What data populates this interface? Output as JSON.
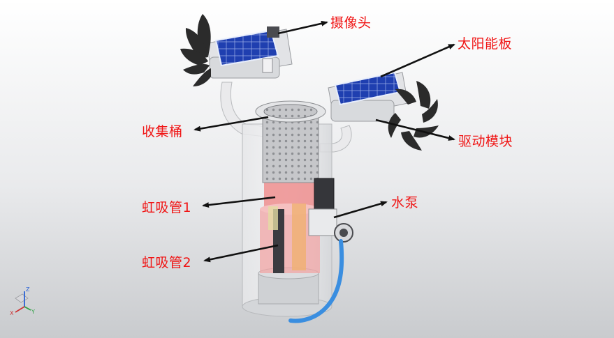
{
  "labels": {
    "camera": "摄像头",
    "solar_panel": "太阳能板",
    "collection_bucket": "收集桶",
    "drive_module": "驱动模块",
    "siphon_tube_1": "虹吸管1",
    "water_pump": "水泵",
    "siphon_tube_2": "虹吸管2"
  },
  "axis_triad": {
    "z": "Z",
    "x": "X",
    "y": "Y"
  },
  "colors": {
    "label": "#f01414",
    "arrow": "#111111",
    "solar_cell": "#1f3fb0",
    "fan_blade": "#2b2b2b",
    "hose": "#3a8ee0",
    "siphon": "#f08a8a"
  }
}
